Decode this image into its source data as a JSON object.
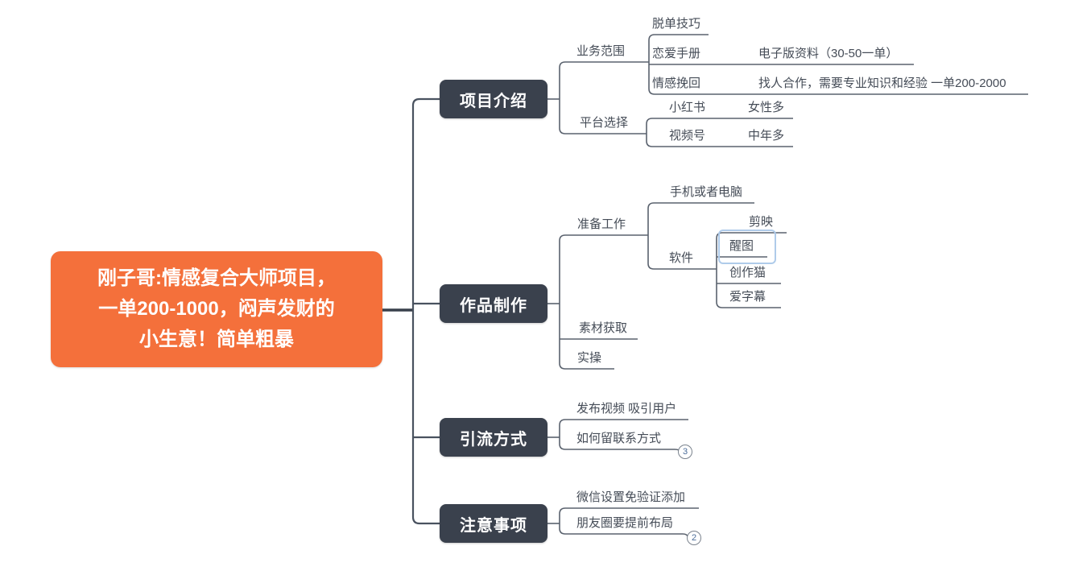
{
  "map": {
    "root": {
      "lines": [
        "刚子哥:情感复合大师项目，",
        "一单200-1000，闷声发财的",
        "小生意！简单粗暴"
      ]
    },
    "topics": [
      {
        "label": "项目介绍",
        "children": [
          {
            "label": "业务范围",
            "children": [
              {
                "label": "脱单技巧"
              },
              {
                "label": "恋爱手册",
                "note": "电子版资料（30-50一单）"
              },
              {
                "label": "情感挽回",
                "note": "找人合作，需要专业知识和经验 一单200-2000"
              }
            ]
          },
          {
            "label": "平台选择",
            "children": [
              {
                "label": "小红书",
                "note": "女性多"
              },
              {
                "label": "视频号",
                "note": "中年多"
              }
            ]
          }
        ]
      },
      {
        "label": "作品制作",
        "children": [
          {
            "label": "准备工作",
            "children": [
              {
                "label": "手机或者电脑"
              },
              {
                "label": "软件",
                "children": [
                  {
                    "label": "剪映"
                  },
                  {
                    "label": "醒图",
                    "selected": true
                  },
                  {
                    "label": "创作猫"
                  },
                  {
                    "label": "爱字幕"
                  }
                ]
              }
            ]
          },
          {
            "label": "素材获取"
          },
          {
            "label": "实操"
          }
        ]
      },
      {
        "label": "引流方式",
        "children": [
          {
            "label": "发布视频 吸引用户"
          },
          {
            "label": "如何留联系方式",
            "collapsed_count": "3"
          }
        ]
      },
      {
        "label": "注意事项",
        "children": [
          {
            "label": "微信设置免验证添加"
          },
          {
            "label": "朋友圈要提前布局",
            "collapsed_count": "2"
          }
        ]
      }
    ],
    "colors": {
      "root_background": "#F4703B",
      "topic_background": "#3A414D",
      "branch_line": "#49525F",
      "leaf_line": "#5A626E",
      "label_text": "#454C57",
      "selection_border": "#AFCBEA",
      "badge_number": "#4A6C99"
    }
  }
}
